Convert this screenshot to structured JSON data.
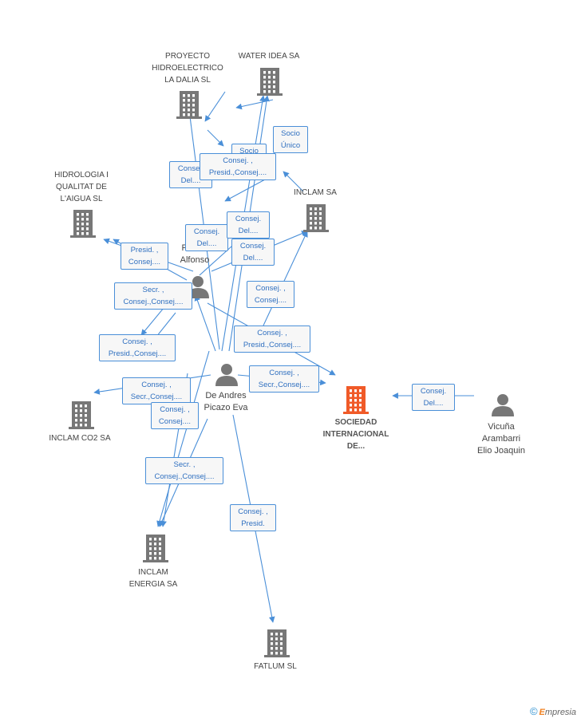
{
  "colors": {
    "building": "#777777",
    "main_building": "#f05a28",
    "person": "#777777",
    "edge": "#4a8fd8"
  },
  "nodes": {
    "proyecto": {
      "label": "PROYECTO\nHIDROELECTRICO\nLA DALIA SL",
      "icon": "building-icon"
    },
    "water": {
      "label": "WATER IDEA SA",
      "icon": "building-icon"
    },
    "hidrologia": {
      "label": "HIDROLOGIA I\nQUALITAT DE\nL'AIGUA SL",
      "icon": "building-icon"
    },
    "inclam": {
      "label": "INCLAM SA",
      "icon": "building-icon"
    },
    "alfonso": {
      "label": "A...\nPicazo\nAlfonso",
      "icon": "person-icon"
    },
    "eva": {
      "label": "De Andres\nPicazo Eva",
      "icon": "person-icon"
    },
    "sociedad": {
      "label": "SOCIEDAD\nINTERNACIONAL\nDE...",
      "icon": "building-icon"
    },
    "vicuna": {
      "label": "Vicuña\nArambarri\nElio Joaquin",
      "icon": "person-icon"
    },
    "co2": {
      "label": "INCLAM CO2 SA",
      "icon": "building-icon"
    },
    "energia": {
      "label": "INCLAM\nENERGIA SA",
      "icon": "building-icon"
    },
    "fatlum": {
      "label": "FATLUM SL",
      "icon": "building-icon"
    }
  },
  "badges": {
    "b1": "Socio\nÚnico",
    "b2": "Socio\n...",
    "b3": "Consej. ,\nPresid.,Consej....",
    "b4": "Consej.\nDel....",
    "b5": "Consej.\nDel....",
    "b6": "Consej.\nDel....",
    "b7": "Consej.\nDel....",
    "b8": "Presid. ,\nConsej....",
    "b9": "Secr. ,\nConsej.,Consej....",
    "b10": "Consej. ,\nConsej....",
    "b11": "Consej. ,\nPresid.,Consej....",
    "b12": "Consej. ,\nPresid.,Consej....",
    "b13": "Consej. ,\nSecr.,Consej....",
    "b14": "Consej. ,\nSecr.,Consej....",
    "b15": "Consej. ,\nConsej....",
    "b16": "Secr. ,\nConsej.,Consej....",
    "b17": "Consej. ,\nPresid.",
    "b18": "Consej.\nDel...."
  },
  "brand": {
    "copyright": "©",
    "name": "mpresia",
    "initial": "E"
  }
}
